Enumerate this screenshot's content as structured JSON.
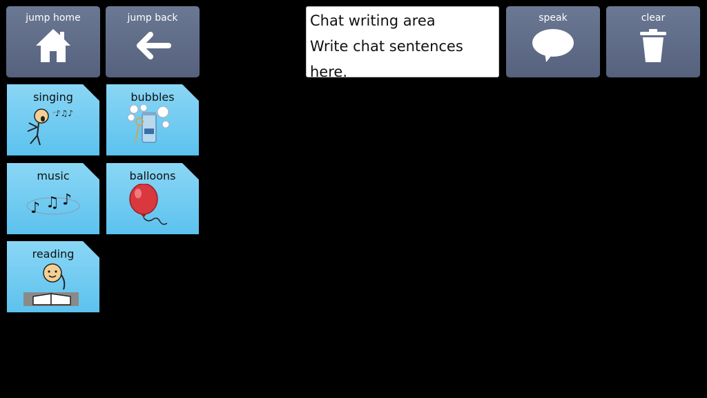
{
  "nav": {
    "jump_home": "jump home",
    "jump_back": "jump back",
    "speak": "speak",
    "clear": "clear"
  },
  "chat": {
    "line1": "Chat writing area",
    "line2": "Write chat sentences",
    "line3": "here."
  },
  "tiles": [
    {
      "label": "singing"
    },
    {
      "label": "bubbles"
    },
    {
      "label": "music"
    },
    {
      "label": "balloons"
    },
    {
      "label": "reading"
    }
  ],
  "colors": {
    "nav_button": "#5f6b86",
    "tile": "#6ccbf1",
    "background": "#000000"
  }
}
